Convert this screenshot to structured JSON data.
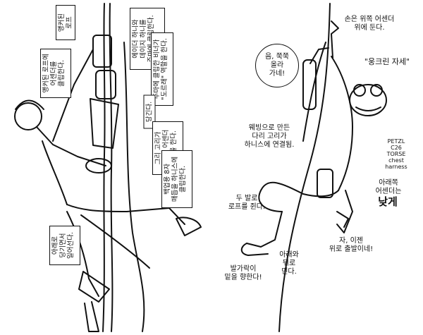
{
  "left_panel": {
    "labels": [
      {
        "key": "anchored_rope",
        "text": "앵커된\n로프"
      },
      {
        "key": "clip_descender",
        "text": "에이더 하니와\n데이지 하니를\n주마에 클립한다."
      },
      {
        "key": "clip_to_rope",
        "text": "앵커된 로프에\n어센더를\n클립한다."
      },
      {
        "key": "door_role",
        "text": "주마에 클립한 비너가\n\"도르래\" 역할을 한다."
      },
      {
        "key": "pull",
        "text": "당긴다."
      },
      {
        "key": "second_ascender",
        "text": "그리 고리가\n제2의 어센더\n역할을 한다."
      },
      {
        "key": "backup_knot",
        "text": "백업용 8자\n매듭을 하니스에\n클립한다."
      },
      {
        "key": "stand_up",
        "text": "아래로\n당기면서\n일어선다."
      }
    ]
  },
  "right_panel": {
    "speech_bubble": "음, 쭉쭉\n올라\n가네!",
    "labels": [
      {
        "key": "hands_above",
        "text": "손은 위쪽 어센더\n위에 둔다."
      },
      {
        "key": "pose_title",
        "text": "\"웅크린 자세\""
      },
      {
        "key": "leg_loop",
        "text": "웨빙으로 만든\n다리 고리가\n하니스에 연결됨."
      },
      {
        "key": "petzl",
        "text": "PETZL\nC26\nTORSE\nchest\nharness"
      },
      {
        "key": "lower_ascender",
        "text": "아래쪽\n어센더는"
      },
      {
        "key": "lower_emph",
        "text": "낮게"
      },
      {
        "key": "both_feet",
        "text": "두 발로\n로프를 쥔다."
      },
      {
        "key": "go_up",
        "text": "자, 이젠\n위로 출발이네!"
      },
      {
        "key": "feet_down",
        "text": "발가락이\n밑을 향한다!"
      },
      {
        "key": "push_back",
        "text": "아래와\n뒤로\n민다."
      }
    ]
  }
}
